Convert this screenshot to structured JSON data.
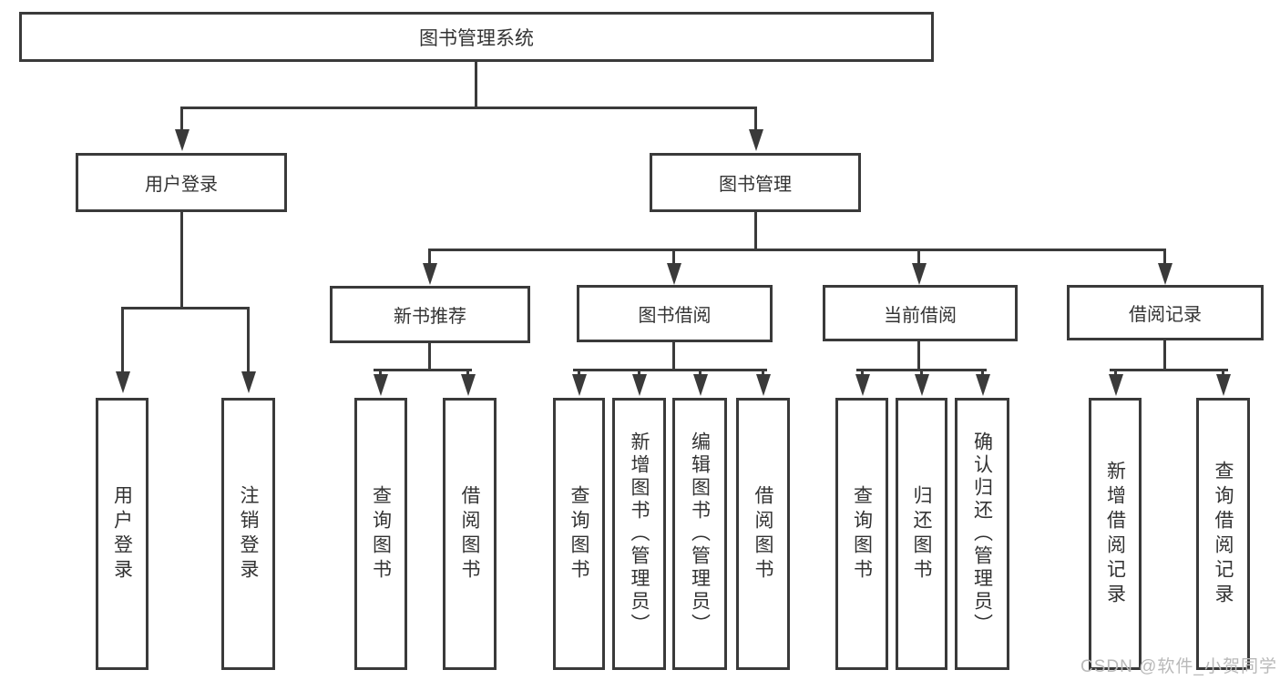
{
  "tree": {
    "root": "图书管理系统",
    "children": [
      {
        "label": "用户登录",
        "children": [
          {
            "label": "用户登录"
          },
          {
            "label": "注销登录"
          }
        ]
      },
      {
        "label": "图书管理",
        "children": [
          {
            "label": "新书推荐",
            "children": [
              {
                "label": "查询图书"
              },
              {
                "label": "借阅图书"
              }
            ]
          },
          {
            "label": "图书借阅",
            "children": [
              {
                "label": "查询图书"
              },
              {
                "label": "新增图书（管理员）"
              },
              {
                "label": "编辑图书（管理员）"
              },
              {
                "label": "借阅图书"
              }
            ]
          },
          {
            "label": "当前借阅",
            "children": [
              {
                "label": "查询图书"
              },
              {
                "label": "归还图书"
              },
              {
                "label": "确认归还（管理员）"
              }
            ]
          },
          {
            "label": "借阅记录",
            "children": [
              {
                "label": "新增借阅记录"
              },
              {
                "label": "查询借阅记录"
              }
            ]
          }
        ]
      }
    ]
  },
  "watermark": "CSDN @软件_小贺同学",
  "colors": {
    "line": "#3a3a3a",
    "text": "#333333",
    "watermark": "#b9b9b9",
    "background": "#ffffff"
  }
}
